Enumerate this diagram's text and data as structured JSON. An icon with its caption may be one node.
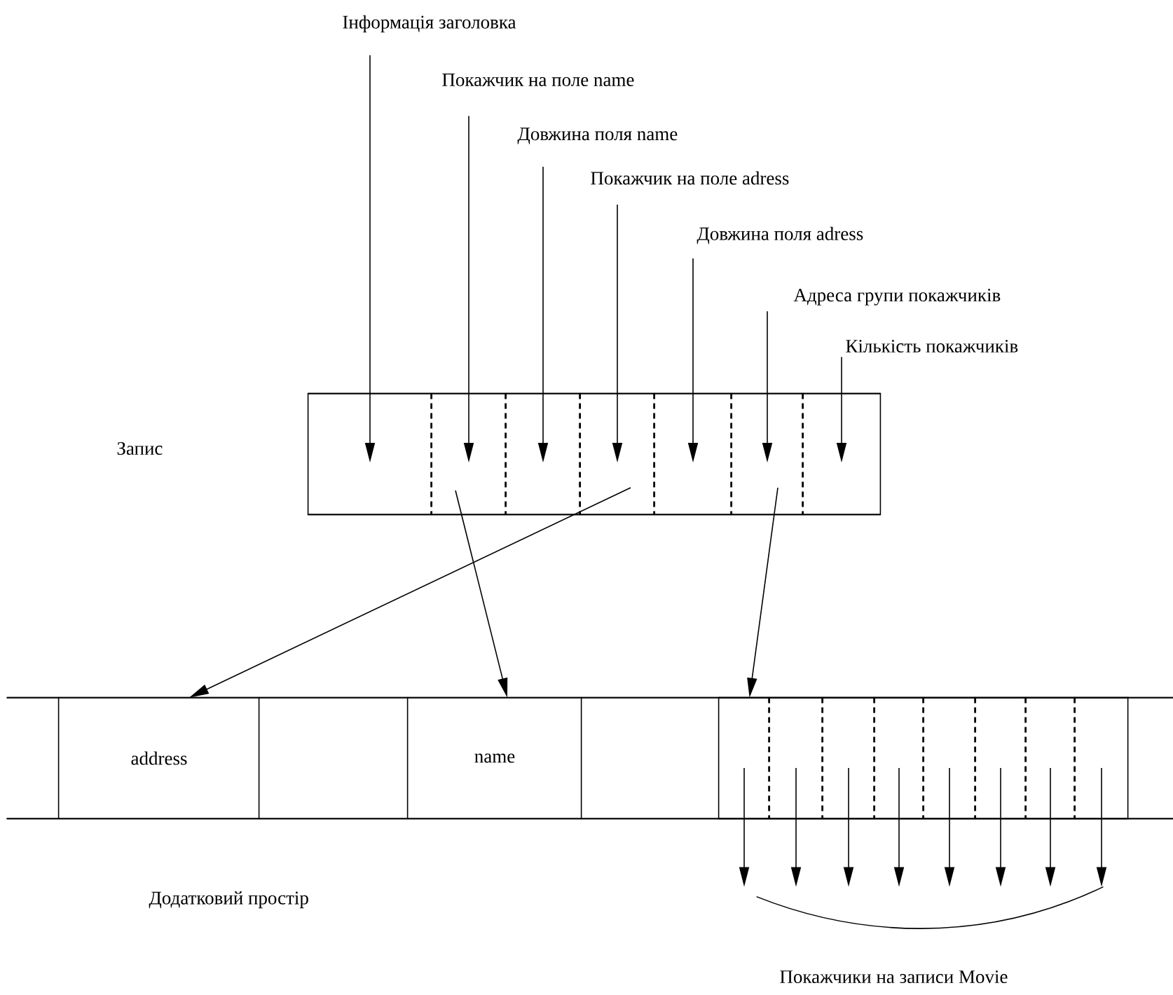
{
  "diagram": {
    "nodes": [
      {
        "text": [
          "Інформація заголовка"
        ]
      },
      {
        "text": [
          "Покажчик на поле name"
        ]
      },
      {
        "text": [
          "Довжина поля name"
        ]
      },
      {
        "text": [
          "Покажчик на поле adress"
        ]
      },
      {
        "text": [
          "Довжина поля adress"
        ]
      },
      {
        "text": [
          "Адреса групи покажчиків"
        ]
      },
      {
        "text": [
          "Кількість покажчиків"
        ]
      },
      {
        "text": [],
        "shape": "box"
      },
      {
        "text": [],
        "shape": "box",
        "in": 7
      },
      {
        "text": [],
        "shape": "box",
        "in": 7
      },
      {
        "text": [],
        "shape": "box",
        "in": 7
      },
      {
        "text": [],
        "shape": "box",
        "in": 7
      },
      {
        "text": [],
        "shape": "box",
        "in": 7
      },
      {
        "text": [],
        "shape": "box",
        "in": 7
      },
      {
        "text": [],
        "shape": "box",
        "in": 7
      },
      {
        "text": [],
        "shape": "band"
      },
      {
        "text": [],
        "shape": "box",
        "in": 15
      },
      {
        "text": [
          "address"
        ],
        "in": 15
      },
      {
        "text": [],
        "shape": "box",
        "in": 15
      },
      {
        "text": [
          "name"
        ],
        "in": 15
      },
      {
        "text": [],
        "shape": "box",
        "in": 15
      },
      {
        "text": [],
        "shape": "box",
        "in": 15
      },
      {
        "text": [],
        "shape": "box",
        "in": 15
      },
      {
        "text": [],
        "shape": "box",
        "in": 21
      },
      {
        "text": [],
        "shape": "box",
        "in": 21
      },
      {
        "text": [],
        "shape": "box",
        "in": 21
      },
      {
        "text": [],
        "shape": "box",
        "in": 21
      },
      {
        "text": [],
        "shape": "box",
        "in": 21
      },
      {
        "text": [],
        "shape": "box",
        "in": 21
      },
      {
        "text": [],
        "shape": "box",
        "in": 21
      },
      {
        "text": [],
        "shape": "box",
        "in": 21
      },
      {
        "text": [],
        "shape": "brace"
      }
    ],
    "edges": [
      {
        "from": 0,
        "to": 8,
        "arrow": "to"
      },
      {
        "from": 1,
        "to": 9,
        "arrow": "to"
      },
      {
        "from": 2,
        "to": 10,
        "arrow": "to"
      },
      {
        "from": 3,
        "to": 11,
        "arrow": "to"
      },
      {
        "from": 4,
        "to": 12,
        "arrow": "to"
      },
      {
        "from": 5,
        "to": 13,
        "arrow": "to"
      },
      {
        "from": 6,
        "to": 14,
        "arrow": "to"
      },
      {
        "from": 9,
        "to": 19,
        "arrow": "to"
      },
      {
        "from": 11,
        "to": 17,
        "arrow": "to"
      },
      {
        "from": 13,
        "to": 21,
        "arrow": "to"
      },
      {
        "from": 23,
        "to": 31,
        "arrow": "to"
      },
      {
        "from": 24,
        "to": 31,
        "arrow": "to"
      },
      {
        "from": 25,
        "to": 31,
        "arrow": "to"
      },
      {
        "from": 26,
        "to": 31,
        "arrow": "to"
      },
      {
        "from": 27,
        "to": 31,
        "arrow": "to"
      },
      {
        "from": 28,
        "to": 31,
        "arrow": "to"
      },
      {
        "from": 29,
        "to": 31,
        "arrow": "to"
      },
      {
        "from": 30,
        "to": 31,
        "arrow": "to"
      }
    ],
    "labels": [
      "Запис",
      "Додатковий простір",
      "Покажчики на записи Movie"
    ]
  }
}
